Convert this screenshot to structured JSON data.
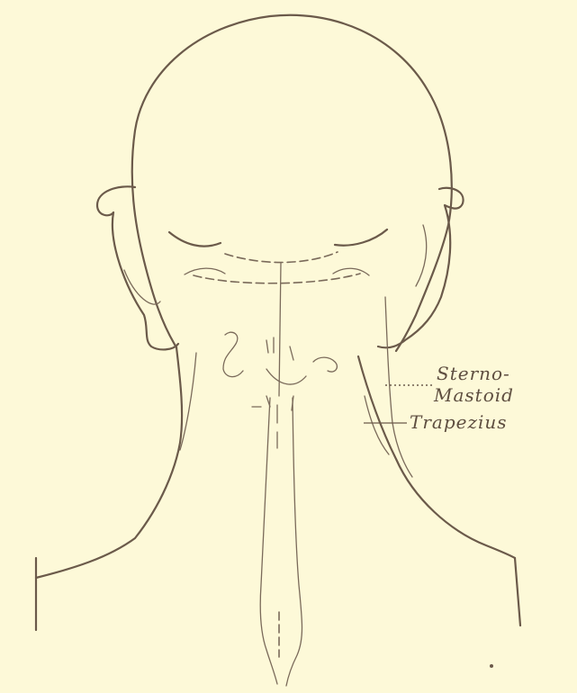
{
  "colors": {
    "paper": "#fdf9d8",
    "ink": "#6b5a4a"
  },
  "labels": {
    "sterno_line1": "Sterno-",
    "sterno_line2": "Mastoid",
    "trapezius": "Trapezius"
  }
}
